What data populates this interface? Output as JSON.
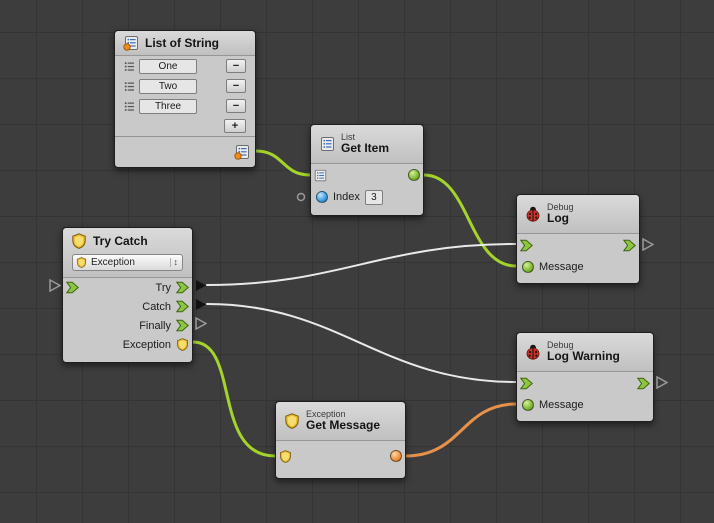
{
  "nodes": {
    "list_of_string": {
      "title": "List of String",
      "items": [
        "One",
        "Two",
        "Three"
      ],
      "remove_label": "−",
      "add_label": "+"
    },
    "get_item": {
      "subtitle": "List",
      "title": "Get Item",
      "index_label": "Index",
      "index_value": "3"
    },
    "try_catch": {
      "title": "Try Catch",
      "dropdown_value": "Exception",
      "dropdown_arrows": "↕",
      "ports": {
        "try": "Try",
        "catch": "Catch",
        "finally": "Finally",
        "exception": "Exception"
      }
    },
    "log": {
      "subtitle": "Debug",
      "title": "Log",
      "message_label": "Message"
    },
    "log_warning": {
      "subtitle": "Debug",
      "title": "Log Warning",
      "message_label": "Message"
    },
    "get_message": {
      "subtitle": "Exception",
      "title": "Get Message"
    }
  },
  "colors": {
    "canvas_bg": "#3d3d3d",
    "grid_line": "#343434",
    "node_bg": "#c9c9c9",
    "flow_green": "#8cc63f",
    "wire_white": "#e9e9e9",
    "wire_green": "#a4d32c",
    "wire_orange": "#e8914a",
    "exception_yellow": "#e8b92e",
    "bug_red": "#cf3327",
    "int_blue": "#3b9de0",
    "string_orange": "#f0913a",
    "list_badge_orange": "#f08c1e"
  }
}
